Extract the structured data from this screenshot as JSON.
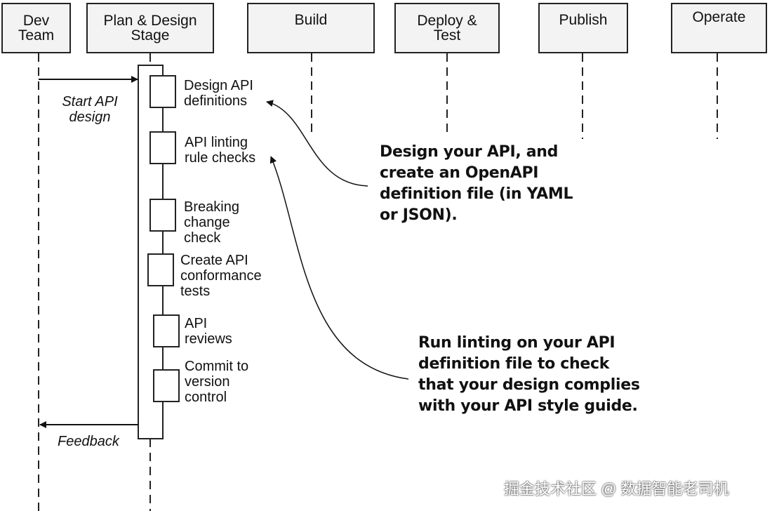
{
  "lanes": [
    {
      "id": "dev",
      "label": "Dev\nTeam"
    },
    {
      "id": "plan",
      "label": "Plan & Design\nStage"
    },
    {
      "id": "build",
      "label": "Build"
    },
    {
      "id": "deploy",
      "label": "Deploy &\nTest"
    },
    {
      "id": "publish",
      "label": "Publish"
    },
    {
      "id": "operate",
      "label": "Operate"
    }
  ],
  "steps": [
    "Design API\ndefinitions",
    "API linting\nrule checks",
    "Breaking\nchange\ncheck",
    "Create API\nconformance\ntests",
    "API\nreviews",
    "Commit to\nversion\ncontrol"
  ],
  "messages": {
    "start": "Start API\ndesign",
    "feedback": "Feedback"
  },
  "callouts": {
    "design": "Design your API, and\ncreate an OpenAPI\ndefinition file (in YAML\nor JSON).",
    "linting": "Run linting on your API\ndefinition file to check\nthat your design complies\nwith your API style guide."
  },
  "watermark": "掘金技术社区 @ 数据智能老司机"
}
